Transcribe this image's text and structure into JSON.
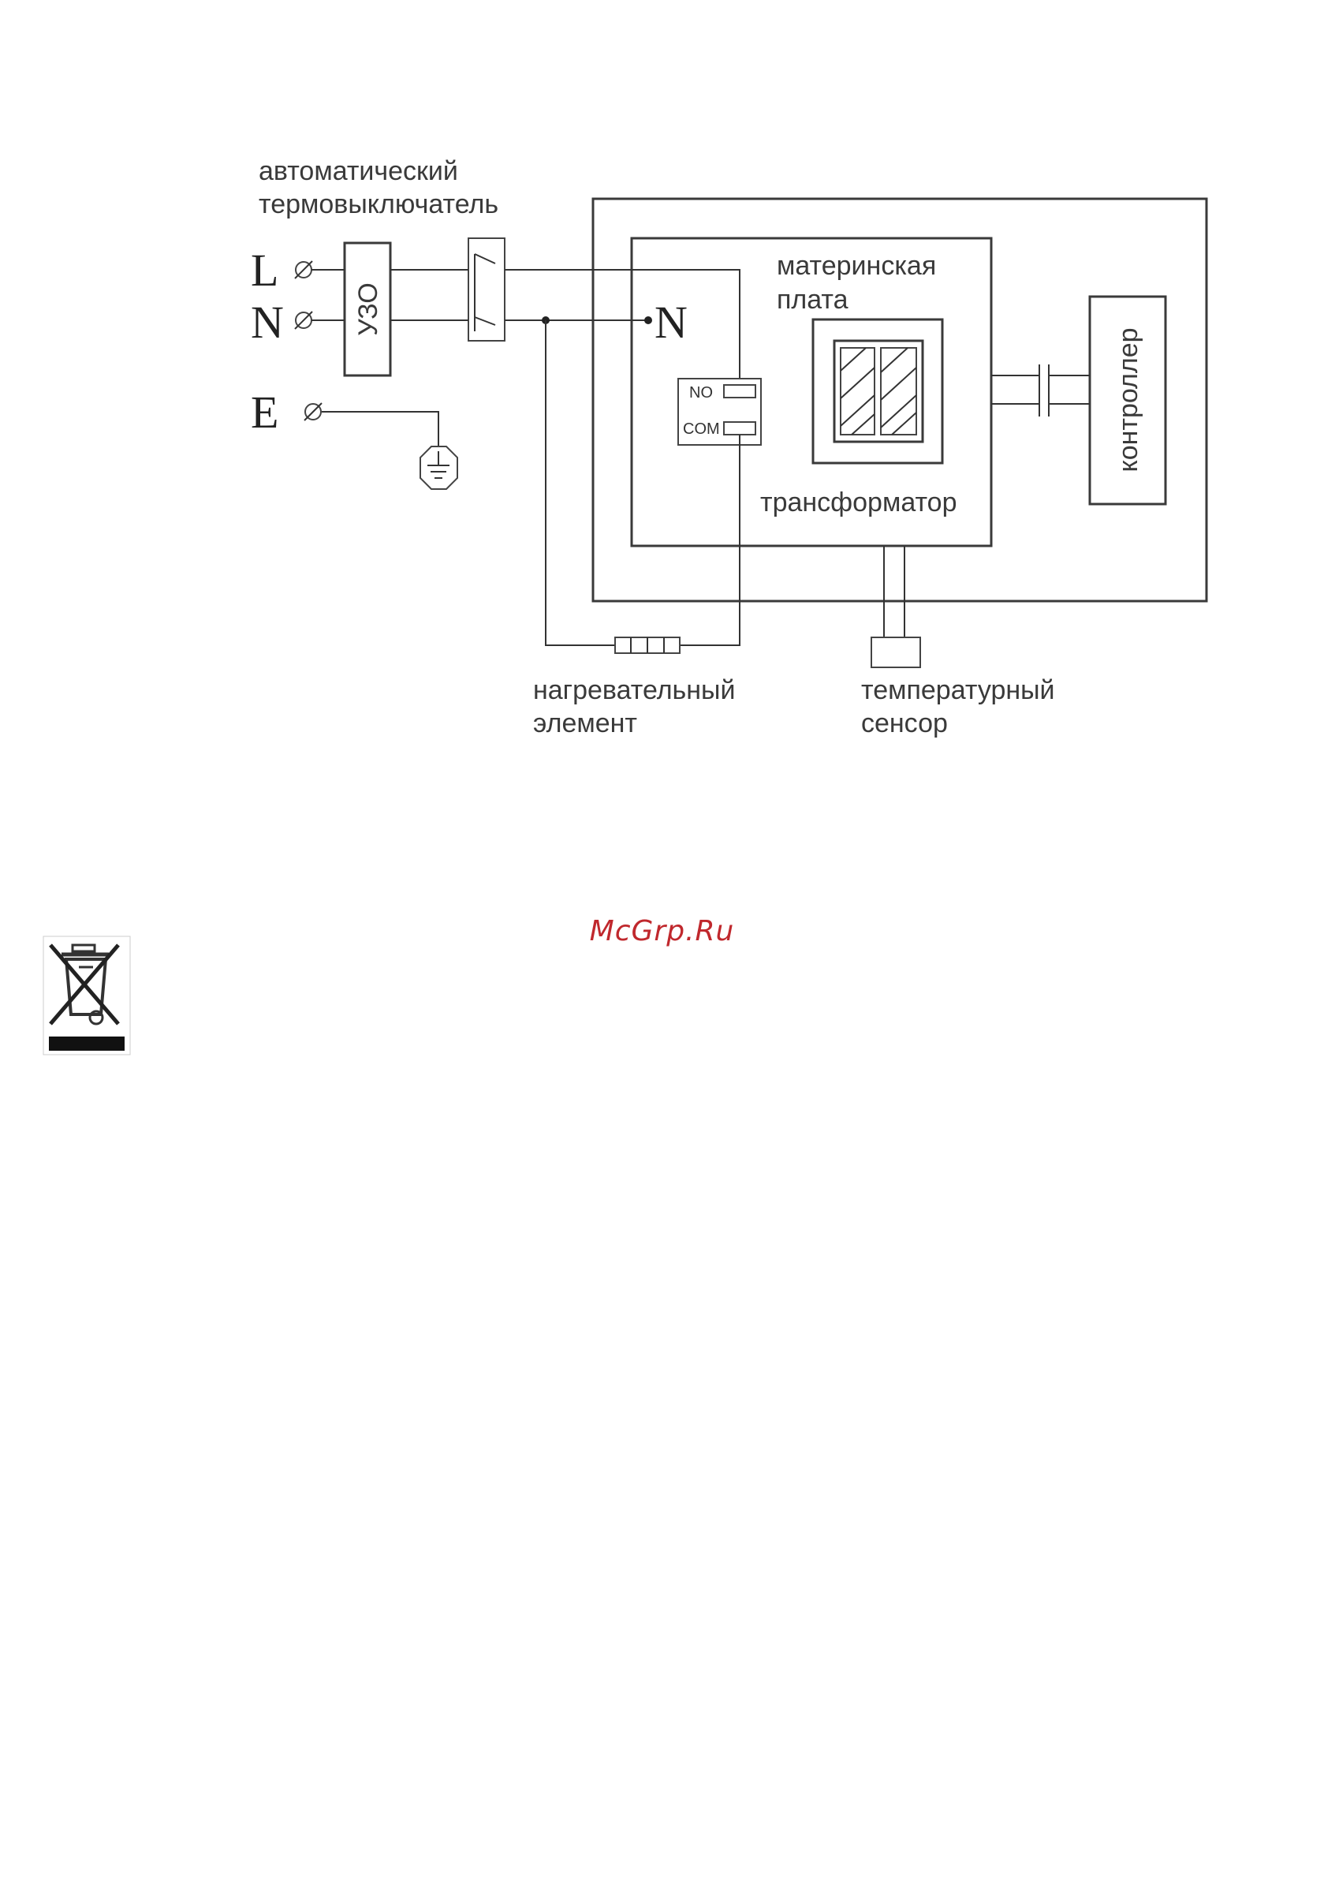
{
  "labels": {
    "thermal_switch_line1": "автоматический",
    "thermal_switch_line2": "термовыключатель",
    "rcd": "УЗО",
    "motherboard_line1": "материнская",
    "motherboard_line2": "плата",
    "transformer": "трансформатор",
    "controller": "контроллер",
    "heating_element_line1": "нагревательный",
    "heating_element_line2": "элемент",
    "temp_sensor_line1": "температурный",
    "temp_sensor_line2": "сенсор",
    "relay_no": "NO",
    "relay_com": "COM"
  },
  "terminals": {
    "line": "L",
    "neutral": "N",
    "earth": "E",
    "board_neutral": "N"
  },
  "watermark": "McGrp.Ru",
  "colors": {
    "line": "#333333",
    "text": "#3a3a3a",
    "watermark": "#c0282d"
  },
  "icons": {
    "terminal": "terminal-screw-icon",
    "ground": "ground-symbol-icon",
    "weee": "crossed-bin-icon"
  }
}
